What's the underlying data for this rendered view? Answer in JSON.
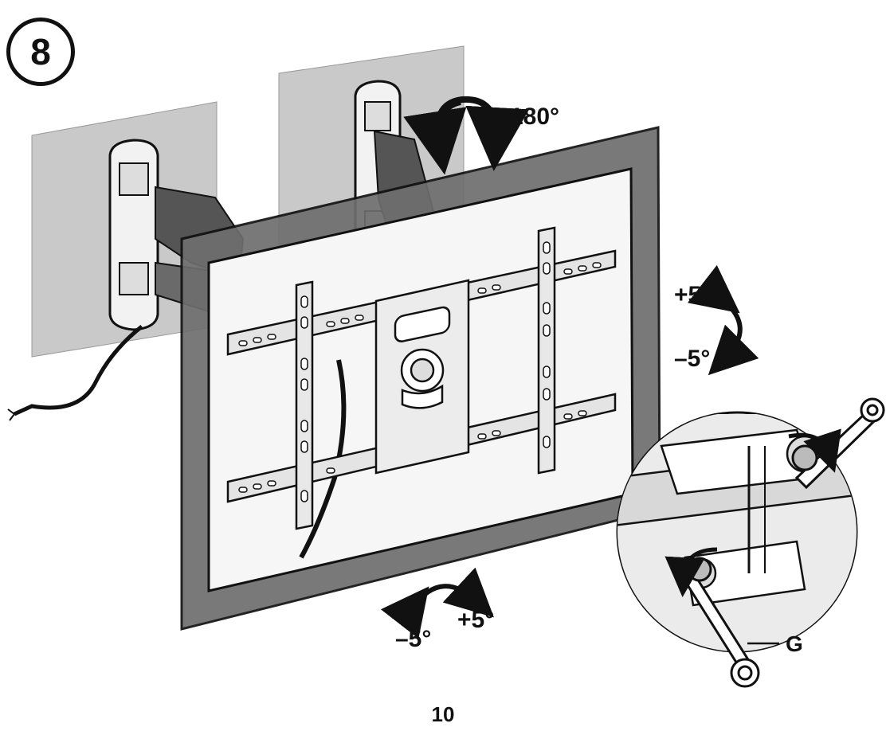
{
  "step": {
    "number": "8"
  },
  "annotations": {
    "swivel": "180°",
    "tilt_up": "+5°",
    "tilt_down": "–5°",
    "level_left": "–5°",
    "level_right": "+5°",
    "tool_label": "G"
  },
  "footer": {
    "page_number": "10"
  },
  "colors": {
    "wall": "#c9c9c9",
    "tv_frame": "#6e6e6e",
    "screen": "#f6f6f6",
    "outline": "#111111"
  }
}
